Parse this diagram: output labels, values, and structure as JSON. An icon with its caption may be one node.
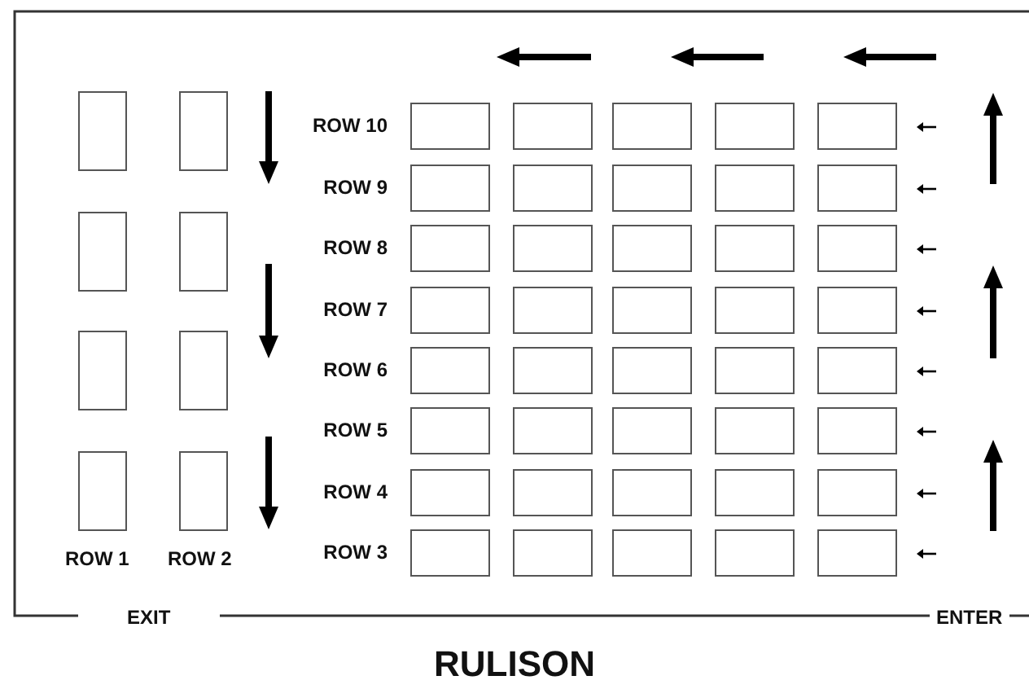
{
  "diagram": {
    "title": "RULISON",
    "nodes": [
      {
        "text": [],
        "shape": "box"
      },
      {
        "text": [],
        "shape": "box"
      },
      {
        "text": [],
        "shape": "box"
      },
      {
        "text": [],
        "shape": "box"
      },
      {
        "text": [],
        "shape": "box"
      },
      {
        "text": [],
        "shape": "box"
      },
      {
        "text": [],
        "shape": "box"
      },
      {
        "text": [],
        "shape": "box"
      },
      {
        "text": [],
        "shape": "box"
      },
      {
        "text": [],
        "shape": "box"
      },
      {
        "text": [],
        "shape": "box"
      },
      {
        "text": [],
        "shape": "box"
      },
      {
        "text": [],
        "shape": "box"
      },
      {
        "text": [],
        "shape": "box"
      },
      {
        "text": [],
        "shape": "box"
      },
      {
        "text": [],
        "shape": "box"
      },
      {
        "text": [],
        "shape": "box"
      },
      {
        "text": [],
        "shape": "box"
      },
      {
        "text": [],
        "shape": "box"
      },
      {
        "text": [],
        "shape": "box"
      },
      {
        "text": [],
        "shape": "box"
      },
      {
        "text": [],
        "shape": "box"
      },
      {
        "text": [],
        "shape": "box"
      },
      {
        "text": [],
        "shape": "box"
      },
      {
        "text": [],
        "shape": "box"
      },
      {
        "text": [],
        "shape": "box"
      },
      {
        "text": [],
        "shape": "box"
      },
      {
        "text": [],
        "shape": "box"
      },
      {
        "text": [],
        "shape": "box"
      },
      {
        "text": [],
        "shape": "box"
      },
      {
        "text": [],
        "shape": "box"
      },
      {
        "text": [],
        "shape": "box"
      },
      {
        "text": [],
        "shape": "box"
      },
      {
        "text": [],
        "shape": "box"
      },
      {
        "text": [],
        "shape": "box"
      },
      {
        "text": [],
        "shape": "box"
      },
      {
        "text": [],
        "shape": "box"
      },
      {
        "text": [],
        "shape": "box"
      },
      {
        "text": [],
        "shape": "box"
      },
      {
        "text": [],
        "shape": "box"
      },
      {
        "text": [],
        "shape": "box"
      },
      {
        "text": [],
        "shape": "box"
      },
      {
        "text": [],
        "shape": "box"
      },
      {
        "text": [],
        "shape": "box"
      },
      {
        "text": [],
        "shape": "box"
      },
      {
        "text": [],
        "shape": "box"
      },
      {
        "text": [],
        "shape": "box"
      },
      {
        "text": [],
        "shape": "box"
      }
    ],
    "labels": [
      "ROW 10",
      "ROW 9",
      "ROW 8",
      "ROW 7",
      "ROW 6",
      "ROW 5",
      "ROW 4",
      "ROW 3",
      "ROW 1",
      "ROW 2",
      "EXIT",
      "ENTER"
    ]
  }
}
